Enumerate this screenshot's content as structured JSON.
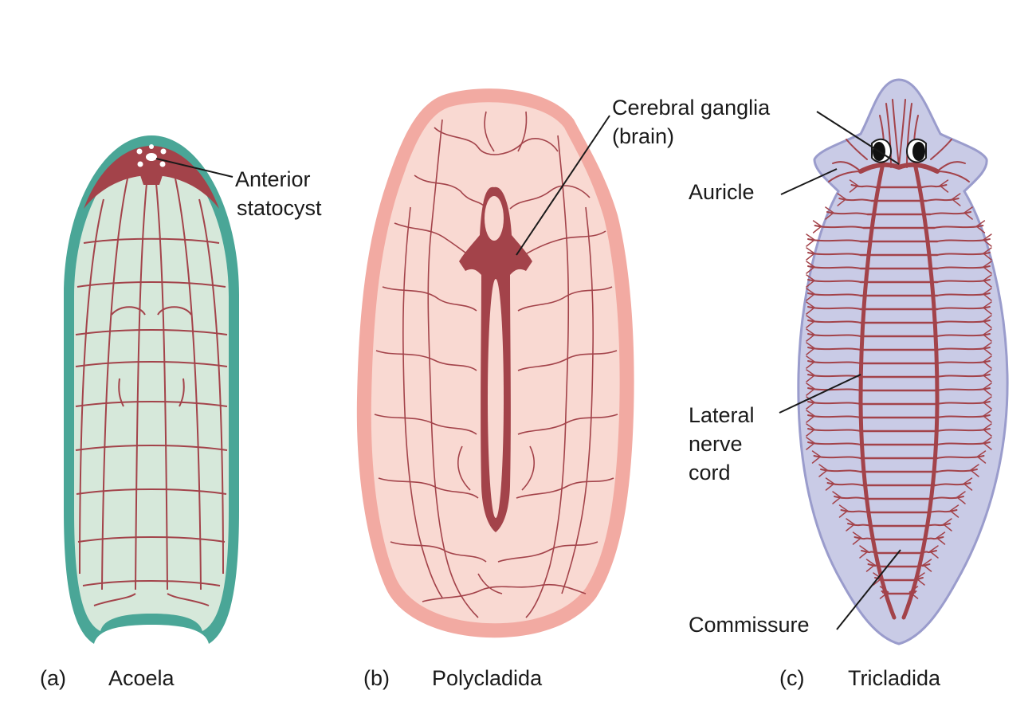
{
  "colors": {
    "nerve": "#a3434a",
    "acoela_outline": "#4aa697",
    "acoela_body": "#d6e8da",
    "poly_outline": "#f2aaa2",
    "poly_body": "#f9d9d2",
    "tricl_outline": "#9a9ccc",
    "tricl_body": "#c9cbe6",
    "text": "#1a1a1a"
  },
  "labels": {
    "anterior_statocyst_1": "Anterior",
    "anterior_statocyst_2": "statocyst",
    "cerebral_ganglia_1": "Cerebral ganglia",
    "cerebral_ganglia_2": "(brain)",
    "auricle": "Auricle",
    "lateral_nerve_cord_1": "Lateral",
    "lateral_nerve_cord_2": "nerve",
    "lateral_nerve_cord_3": "cord",
    "commissure": "Commissure"
  },
  "panels": [
    {
      "letter": "(a)",
      "name": "Acoela"
    },
    {
      "letter": "(b)",
      "name": "Polycladida"
    },
    {
      "letter": "(c)",
      "name": "Tricladida"
    }
  ]
}
